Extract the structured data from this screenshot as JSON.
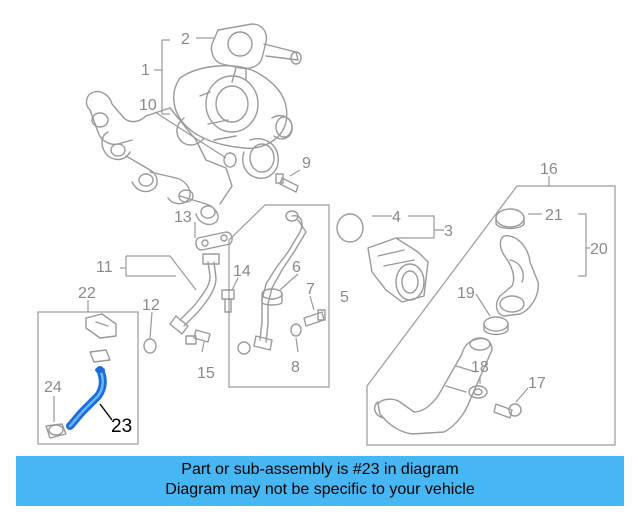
{
  "callouts": {
    "c1": "1",
    "c2": "2",
    "c3": "3",
    "c4": "4",
    "c5": "5",
    "c6": "6",
    "c7": "7",
    "c8": "8",
    "c9": "9",
    "c10": "10",
    "c11": "11",
    "c12": "12",
    "c13": "13",
    "c14": "14",
    "c15": "15",
    "c16": "16",
    "c17": "17",
    "c18": "18",
    "c19": "19",
    "c20": "20",
    "c21": "21",
    "c22": "22",
    "c23": "23",
    "c24": "24"
  },
  "highlight": {
    "part_number": "23",
    "color": "#1a6fd6"
  },
  "banner": {
    "line1": "Part or sub-assembly is #23 in diagram",
    "line2": "Diagram may not be specific to your vehicle",
    "background": "#46b7f2"
  }
}
